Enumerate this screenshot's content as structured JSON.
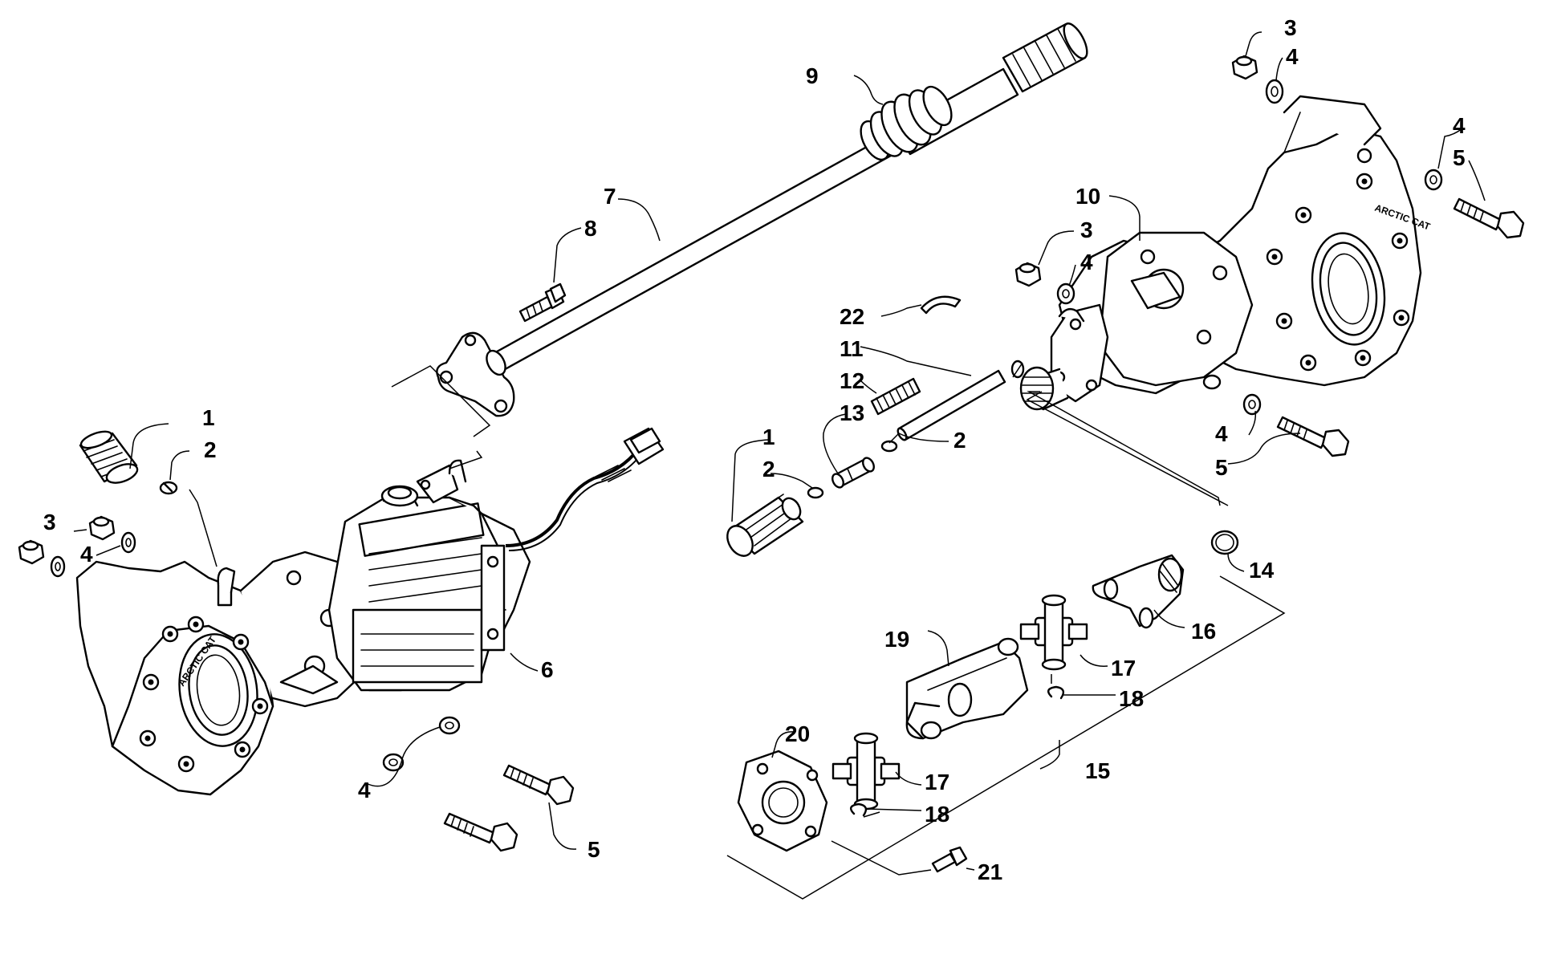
{
  "callouts": {
    "n1": "1",
    "n2": "2",
    "n3": "3",
    "n4": "4",
    "n5": "5",
    "n6": "6",
    "n7": "7",
    "n8": "8",
    "n9": "9",
    "n10": "10",
    "n11": "11",
    "n12": "12",
    "n13": "13",
    "n14": "14",
    "n15": "15",
    "n16": "16",
    "n17": "17",
    "n18": "18",
    "n19": "19",
    "n20": "20",
    "n21": "21",
    "n22": "22"
  },
  "emboss_text": "ARCTIC CAT"
}
